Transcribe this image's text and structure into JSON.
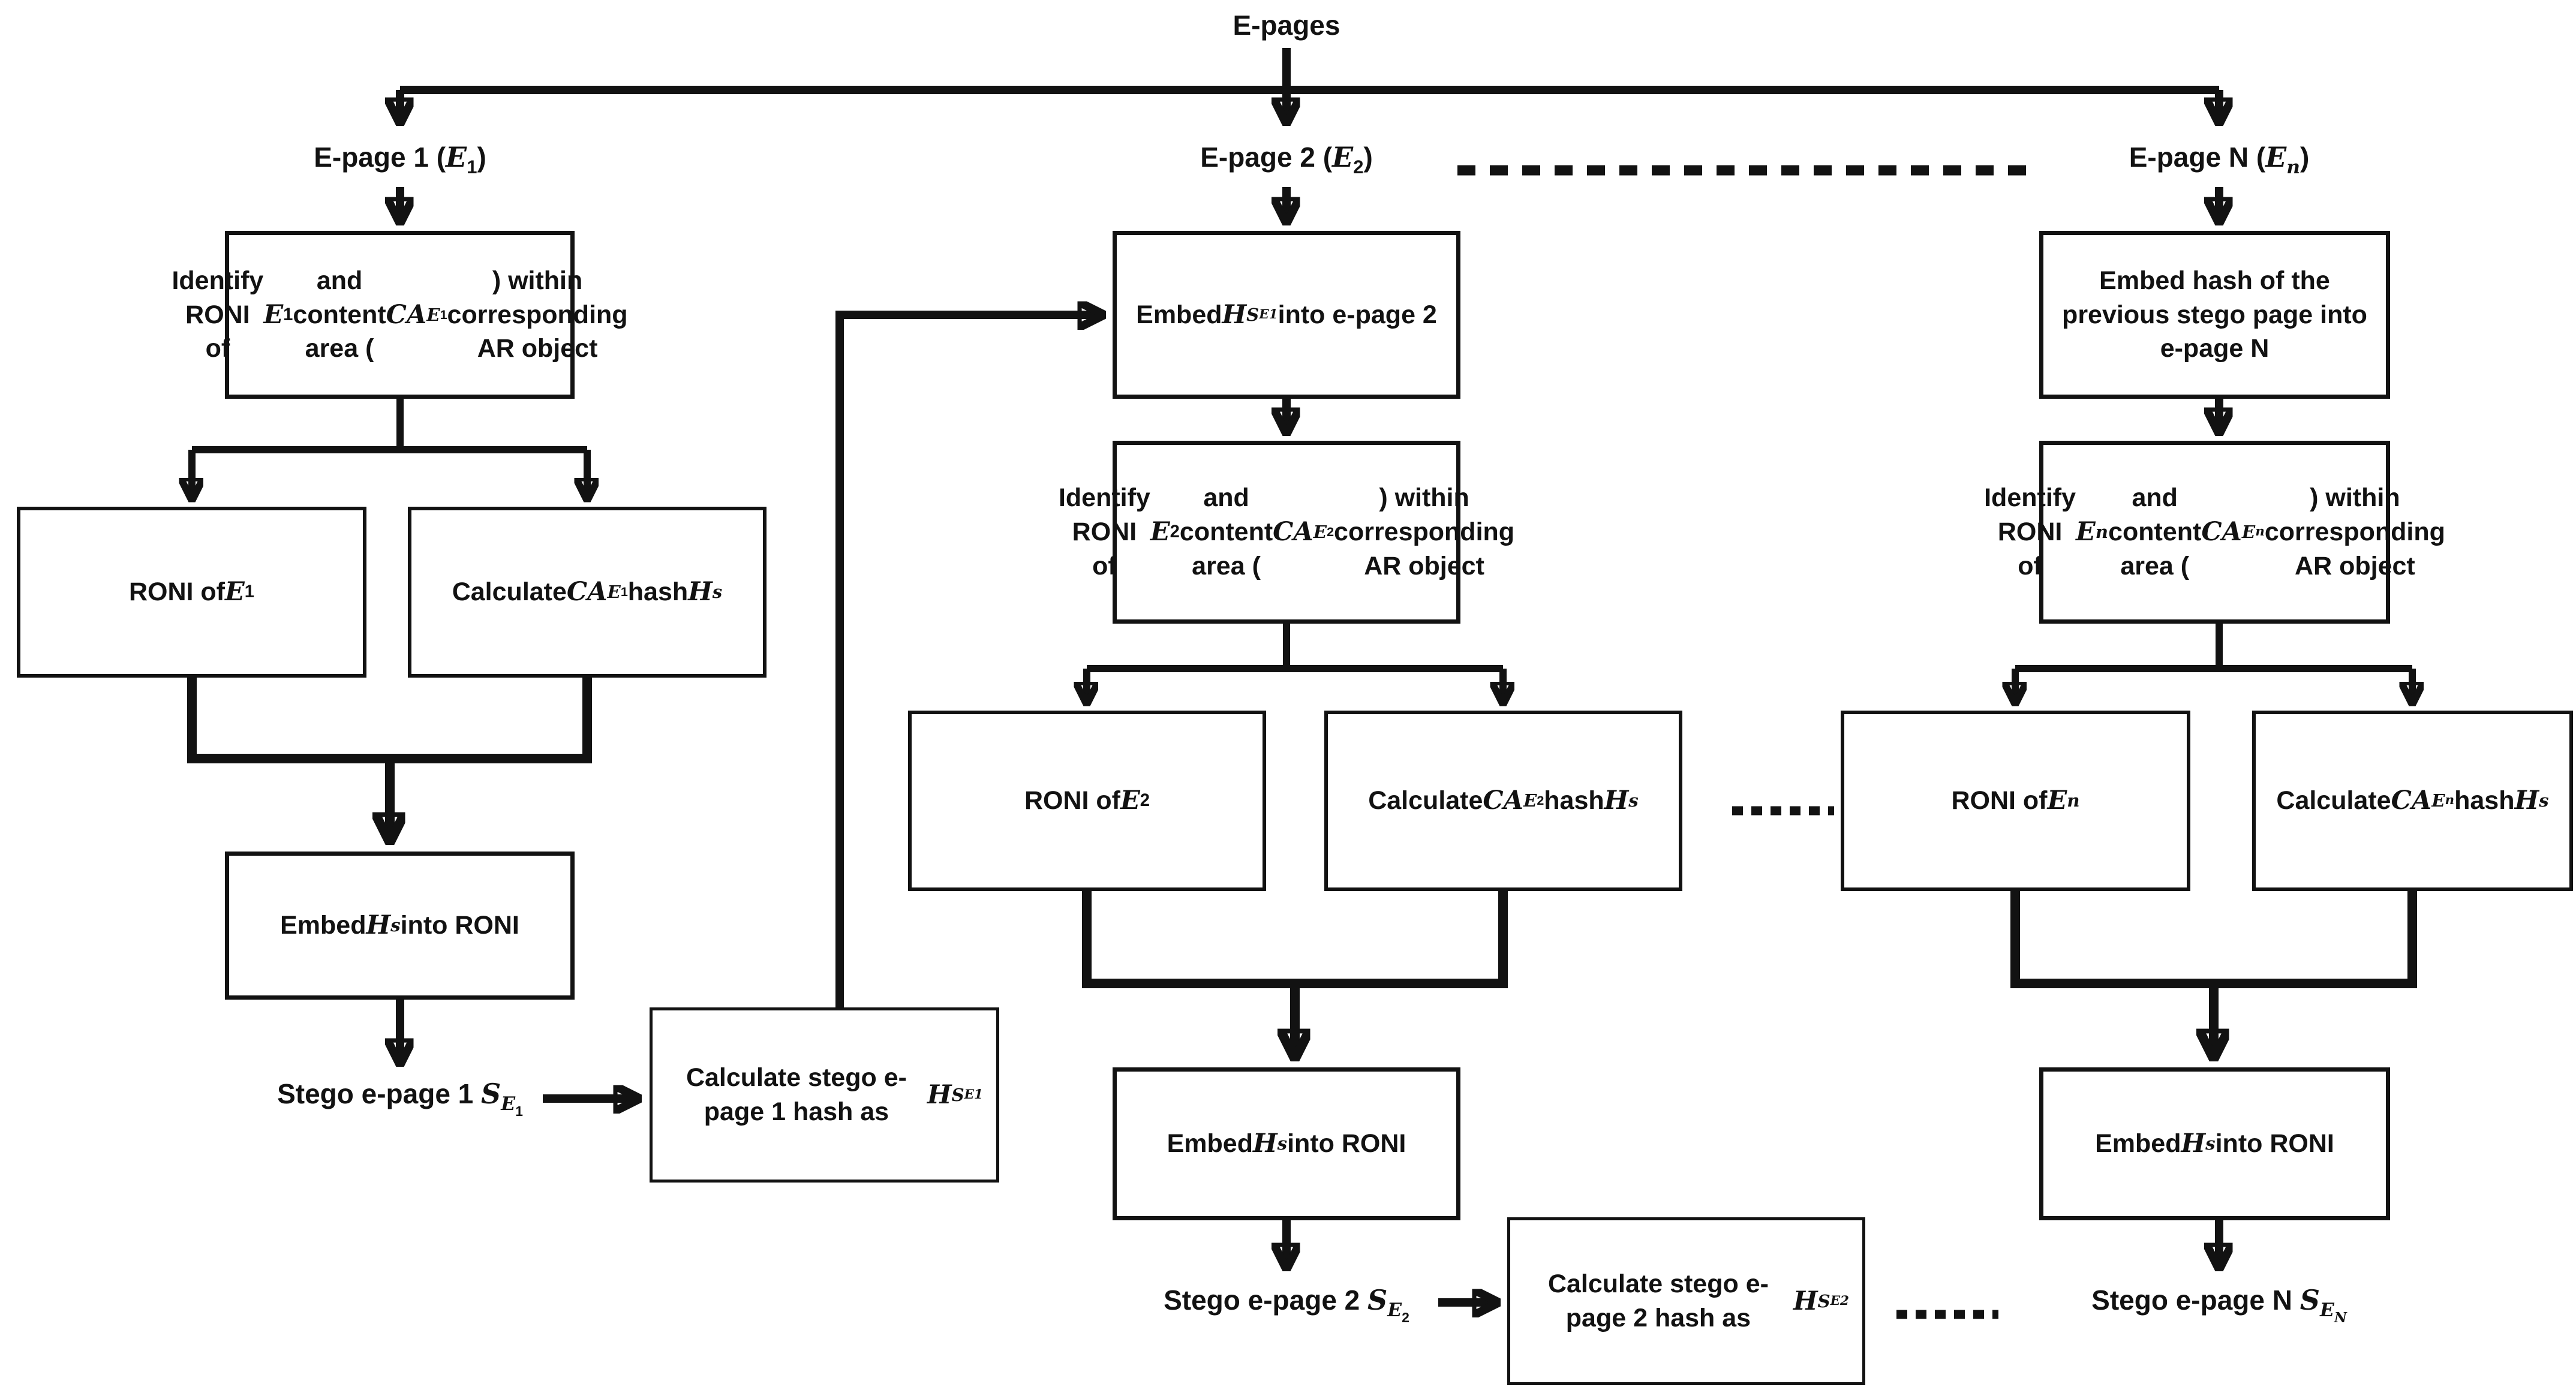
{
  "page": {
    "background": "#ffffff",
    "ink": "#121212"
  },
  "nodes": {
    "epages": [
      {
        "t": "E-pages"
      }
    ],
    "epage1": [
      {
        "t": "E-page 1 ("
      },
      {
        "t": "E",
        "i": 1
      },
      {
        "t": "1",
        "v": 1
      },
      {
        "t": ")"
      }
    ],
    "epage2": [
      {
        "t": "E-page 2 ("
      },
      {
        "t": "E",
        "i": 1
      },
      {
        "t": "2",
        "v": 1
      },
      {
        "t": ")"
      }
    ],
    "epageN": [
      {
        "t": "E-page N ("
      },
      {
        "t": "E",
        "i": 1
      },
      {
        "t": "n",
        "v": 1,
        "i": 1
      },
      {
        "t": ")"
      }
    ],
    "identify1": [
      {
        "t": "Identify RONI of "
      },
      {
        "t": "E",
        "i": 1
      },
      {
        "t": "1",
        "v": 1
      },
      {
        "t": " and content area ("
      },
      {
        "t": "CA",
        "i": 1
      },
      {
        "t": "E",
        "v": 1,
        "i": 1
      },
      {
        "t": "1",
        "v": 2
      },
      {
        "t": ") within corresponding AR object"
      }
    ],
    "identify2": [
      {
        "t": "Identify RONI of "
      },
      {
        "t": "E",
        "i": 1
      },
      {
        "t": "2",
        "v": 1
      },
      {
        "t": " and content area ("
      },
      {
        "t": "CA",
        "i": 1
      },
      {
        "t": "E",
        "v": 1,
        "i": 1
      },
      {
        "t": "2",
        "v": 2
      },
      {
        "t": ") within corresponding AR object"
      }
    ],
    "identify3": [
      {
        "t": "Identify RONI of "
      },
      {
        "t": "E",
        "i": 1
      },
      {
        "t": "n",
        "v": 1,
        "i": 1
      },
      {
        "t": " and content area ("
      },
      {
        "t": "CA",
        "i": 1
      },
      {
        "t": "E",
        "v": 1,
        "i": 1
      },
      {
        "t": "n",
        "v": 2,
        "i": 1
      },
      {
        "t": ") within corresponding AR object"
      }
    ],
    "embed2top": [
      {
        "t": "Embed "
      },
      {
        "t": "H",
        "i": 1
      },
      {
        "t": "S",
        "v": 1,
        "i": 1
      },
      {
        "t": "E1",
        "v": 2,
        "i": 1
      },
      {
        "t": " into e-page 2"
      }
    ],
    "embed3top": [
      {
        "t": "Embed hash of the previous stego page into e-page N"
      }
    ],
    "roni1": [
      {
        "t": "RONI of "
      },
      {
        "t": "E",
        "i": 1
      },
      {
        "t": "1",
        "v": 1
      }
    ],
    "roni2": [
      {
        "t": "RONI of "
      },
      {
        "t": "E",
        "i": 1
      },
      {
        "t": "2",
        "v": 1
      }
    ],
    "roni3": [
      {
        "t": "RONI of "
      },
      {
        "t": "E",
        "i": 1
      },
      {
        "t": "n",
        "v": 1,
        "i": 1
      }
    ],
    "calcca1": [
      {
        "t": "Calculate "
      },
      {
        "t": "CA",
        "i": 1
      },
      {
        "t": "E",
        "v": 1,
        "i": 1
      },
      {
        "t": "1",
        "v": 2
      },
      {
        "t": " hash "
      },
      {
        "t": "H",
        "i": 1
      },
      {
        "t": "s",
        "v": 1,
        "i": 1
      }
    ],
    "calcca2": [
      {
        "t": "Calculate "
      },
      {
        "t": "CA",
        "i": 1
      },
      {
        "t": "E",
        "v": 1,
        "i": 1
      },
      {
        "t": "2",
        "v": 2
      },
      {
        "t": " hash "
      },
      {
        "t": "H",
        "i": 1
      },
      {
        "t": "s",
        "v": 1,
        "i": 1
      }
    ],
    "calcca3": [
      {
        "t": "Calculate "
      },
      {
        "t": "CA",
        "i": 1
      },
      {
        "t": "E",
        "v": 1,
        "i": 1
      },
      {
        "t": "n",
        "v": 2,
        "i": 1
      },
      {
        "t": " hash "
      },
      {
        "t": "H",
        "i": 1
      },
      {
        "t": "s",
        "v": 1,
        "i": 1
      }
    ],
    "embedhs1": [
      {
        "t": "Embed "
      },
      {
        "t": "H",
        "i": 1
      },
      {
        "t": "s",
        "v": 1,
        "i": 1
      },
      {
        "t": " into RONI"
      }
    ],
    "embedhs2": [
      {
        "t": "Embed "
      },
      {
        "t": "H",
        "i": 1
      },
      {
        "t": "s",
        "v": 1,
        "i": 1
      },
      {
        "t": " into RONI"
      }
    ],
    "embedhs3": [
      {
        "t": "Embed "
      },
      {
        "t": "H",
        "i": 1
      },
      {
        "t": "s",
        "v": 1,
        "i": 1
      },
      {
        "t": " into RONI"
      }
    ],
    "stego1": [
      {
        "t": "Stego e-page 1 "
      },
      {
        "t": "S",
        "i": 1
      },
      {
        "t": "E",
        "v": 1,
        "i": 1
      },
      {
        "t": "1",
        "v": 2
      }
    ],
    "stego2": [
      {
        "t": "Stego e-page 2 "
      },
      {
        "t": "S",
        "i": 1
      },
      {
        "t": "E",
        "v": 1,
        "i": 1
      },
      {
        "t": "2",
        "v": 2
      }
    ],
    "stegoN": [
      {
        "t": "Stego e-page N "
      },
      {
        "t": "S",
        "i": 1
      },
      {
        "t": "E",
        "v": 1,
        "i": 1
      },
      {
        "t": "N",
        "v": 2,
        "i": 1
      }
    ],
    "calcstego1": [
      {
        "t": "Calculate stego e-page 1 hash as "
      },
      {
        "t": "H",
        "i": 1
      },
      {
        "t": "S",
        "v": 1,
        "i": 1
      },
      {
        "t": "E1",
        "v": 2,
        "i": 1
      }
    ],
    "calcstego2": [
      {
        "t": "Calculate stego e-page 2 hash as "
      },
      {
        "t": "H",
        "i": 1
      },
      {
        "t": "S",
        "v": 1,
        "i": 1
      },
      {
        "t": "E2",
        "v": 2,
        "i": 1
      }
    ]
  }
}
